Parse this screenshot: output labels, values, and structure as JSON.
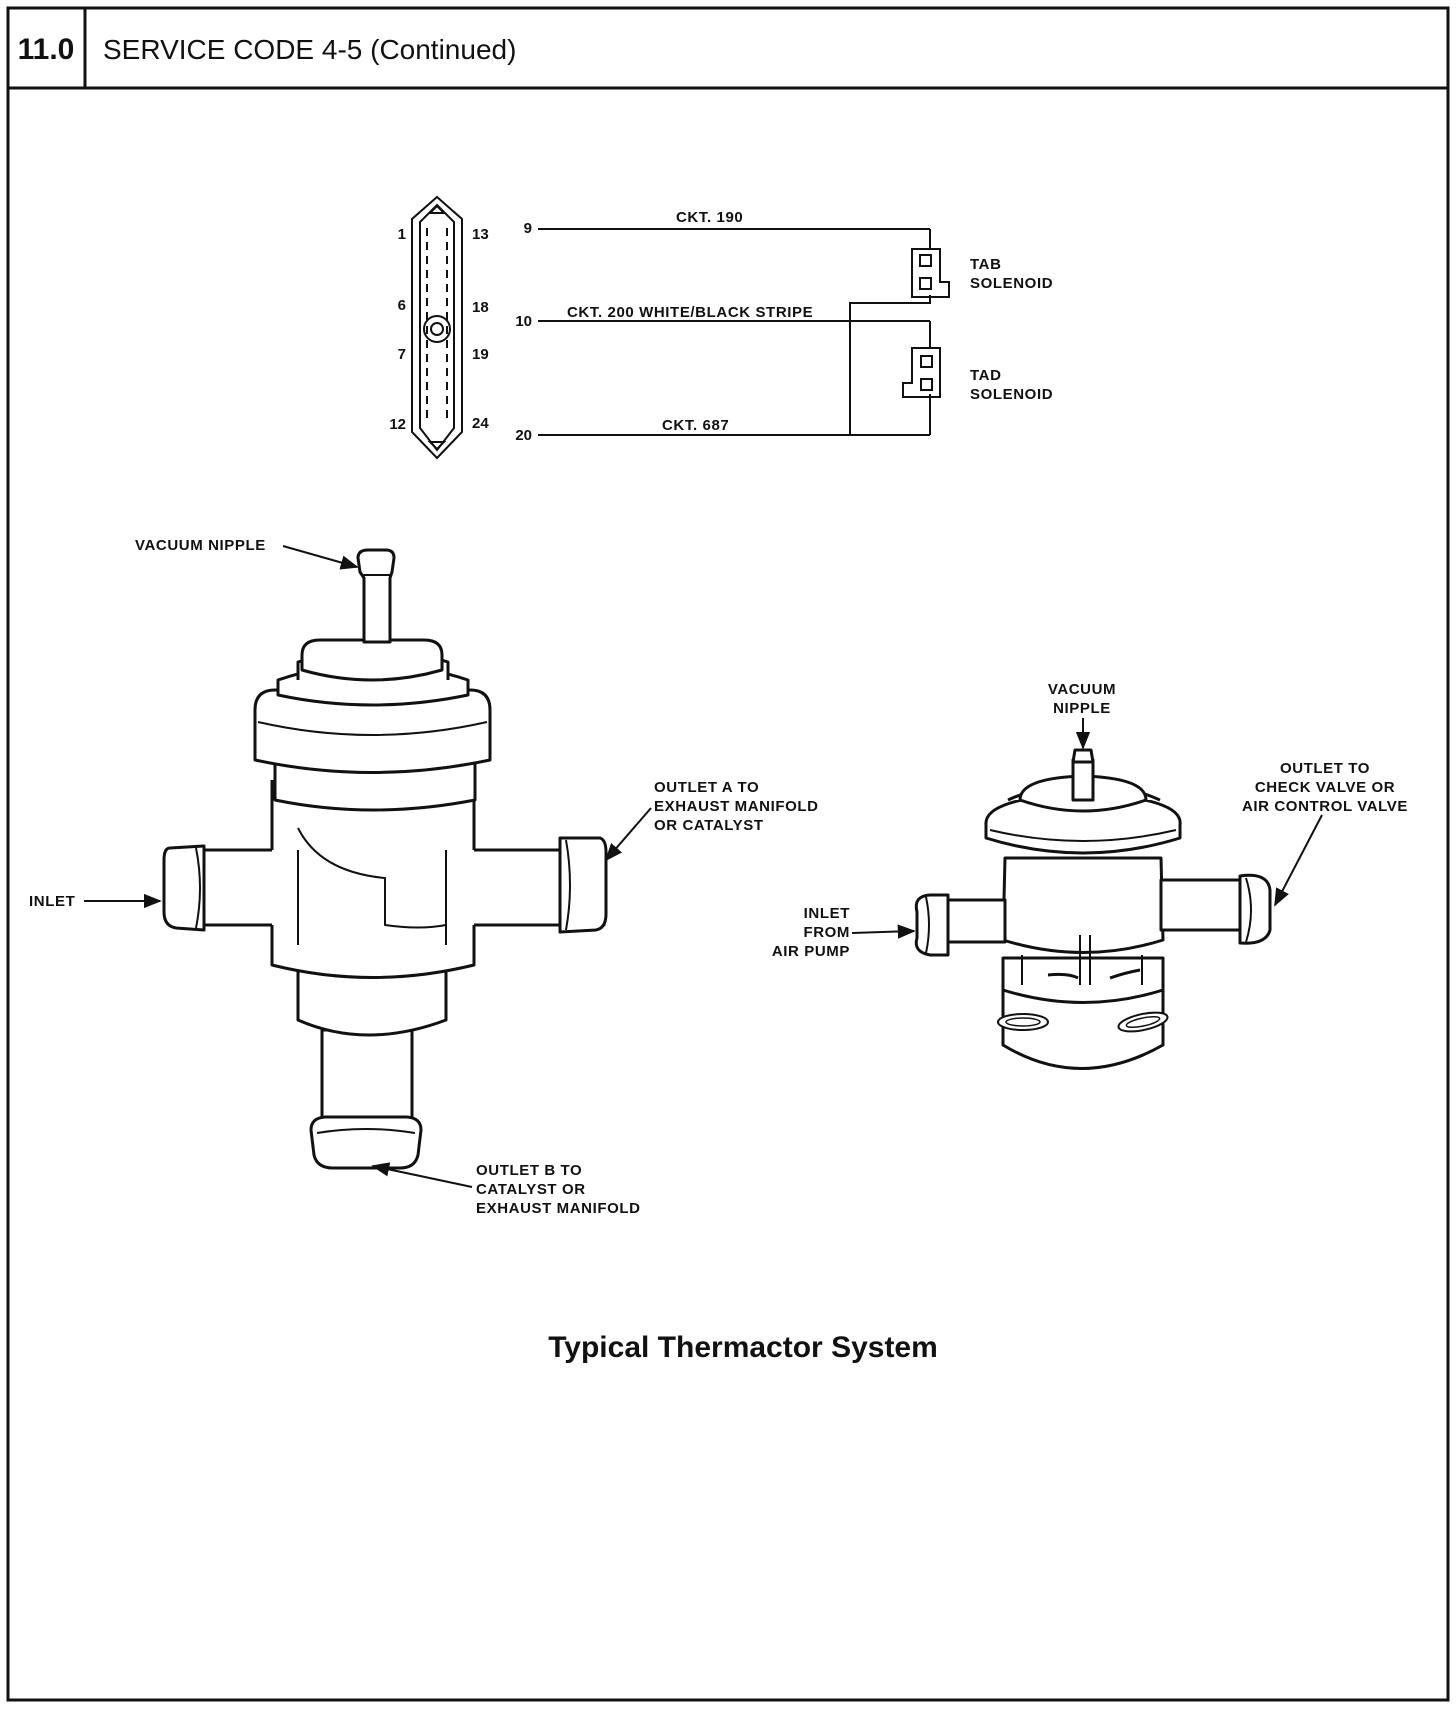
{
  "header": {
    "section_number": "11.0",
    "title": "SERVICE CODE 4-5 (Continued)"
  },
  "wiring": {
    "connector_pins": {
      "p1": "1",
      "p13": "13",
      "p6": "6",
      "p18": "18",
      "p7": "7",
      "p19": "19",
      "p12": "12",
      "p24": "24"
    },
    "circuits": [
      {
        "pin": "9",
        "label": "CKT. 190"
      },
      {
        "pin": "10",
        "label": "CKT. 200 WHITE/BLACK STRIPE"
      },
      {
        "pin": "20",
        "label": "CKT. 687"
      }
    ],
    "solenoids": [
      {
        "line1": "TAB",
        "line2": "SOLENOID"
      },
      {
        "line1": "TAD",
        "line2": "SOLENOID"
      }
    ]
  },
  "valve_left": {
    "vacuum_nipple": "VACUUM NIPPLE",
    "inlet": "INLET",
    "outlet_a": [
      "OUTLET A TO",
      "EXHAUST MANIFOLD",
      "OR CATALYST"
    ],
    "outlet_b": [
      "OUTLET B TO",
      "CATALYST OR",
      "EXHAUST MANIFOLD"
    ]
  },
  "valve_right": {
    "vacuum_nipple": [
      "VACUUM",
      "NIPPLE"
    ],
    "inlet": [
      "INLET",
      "FROM",
      "AIR PUMP"
    ],
    "outlet": [
      "OUTLET TO",
      "CHECK VALVE OR",
      "AIR CONTROL VALVE"
    ]
  },
  "caption": "Typical Thermactor System"
}
